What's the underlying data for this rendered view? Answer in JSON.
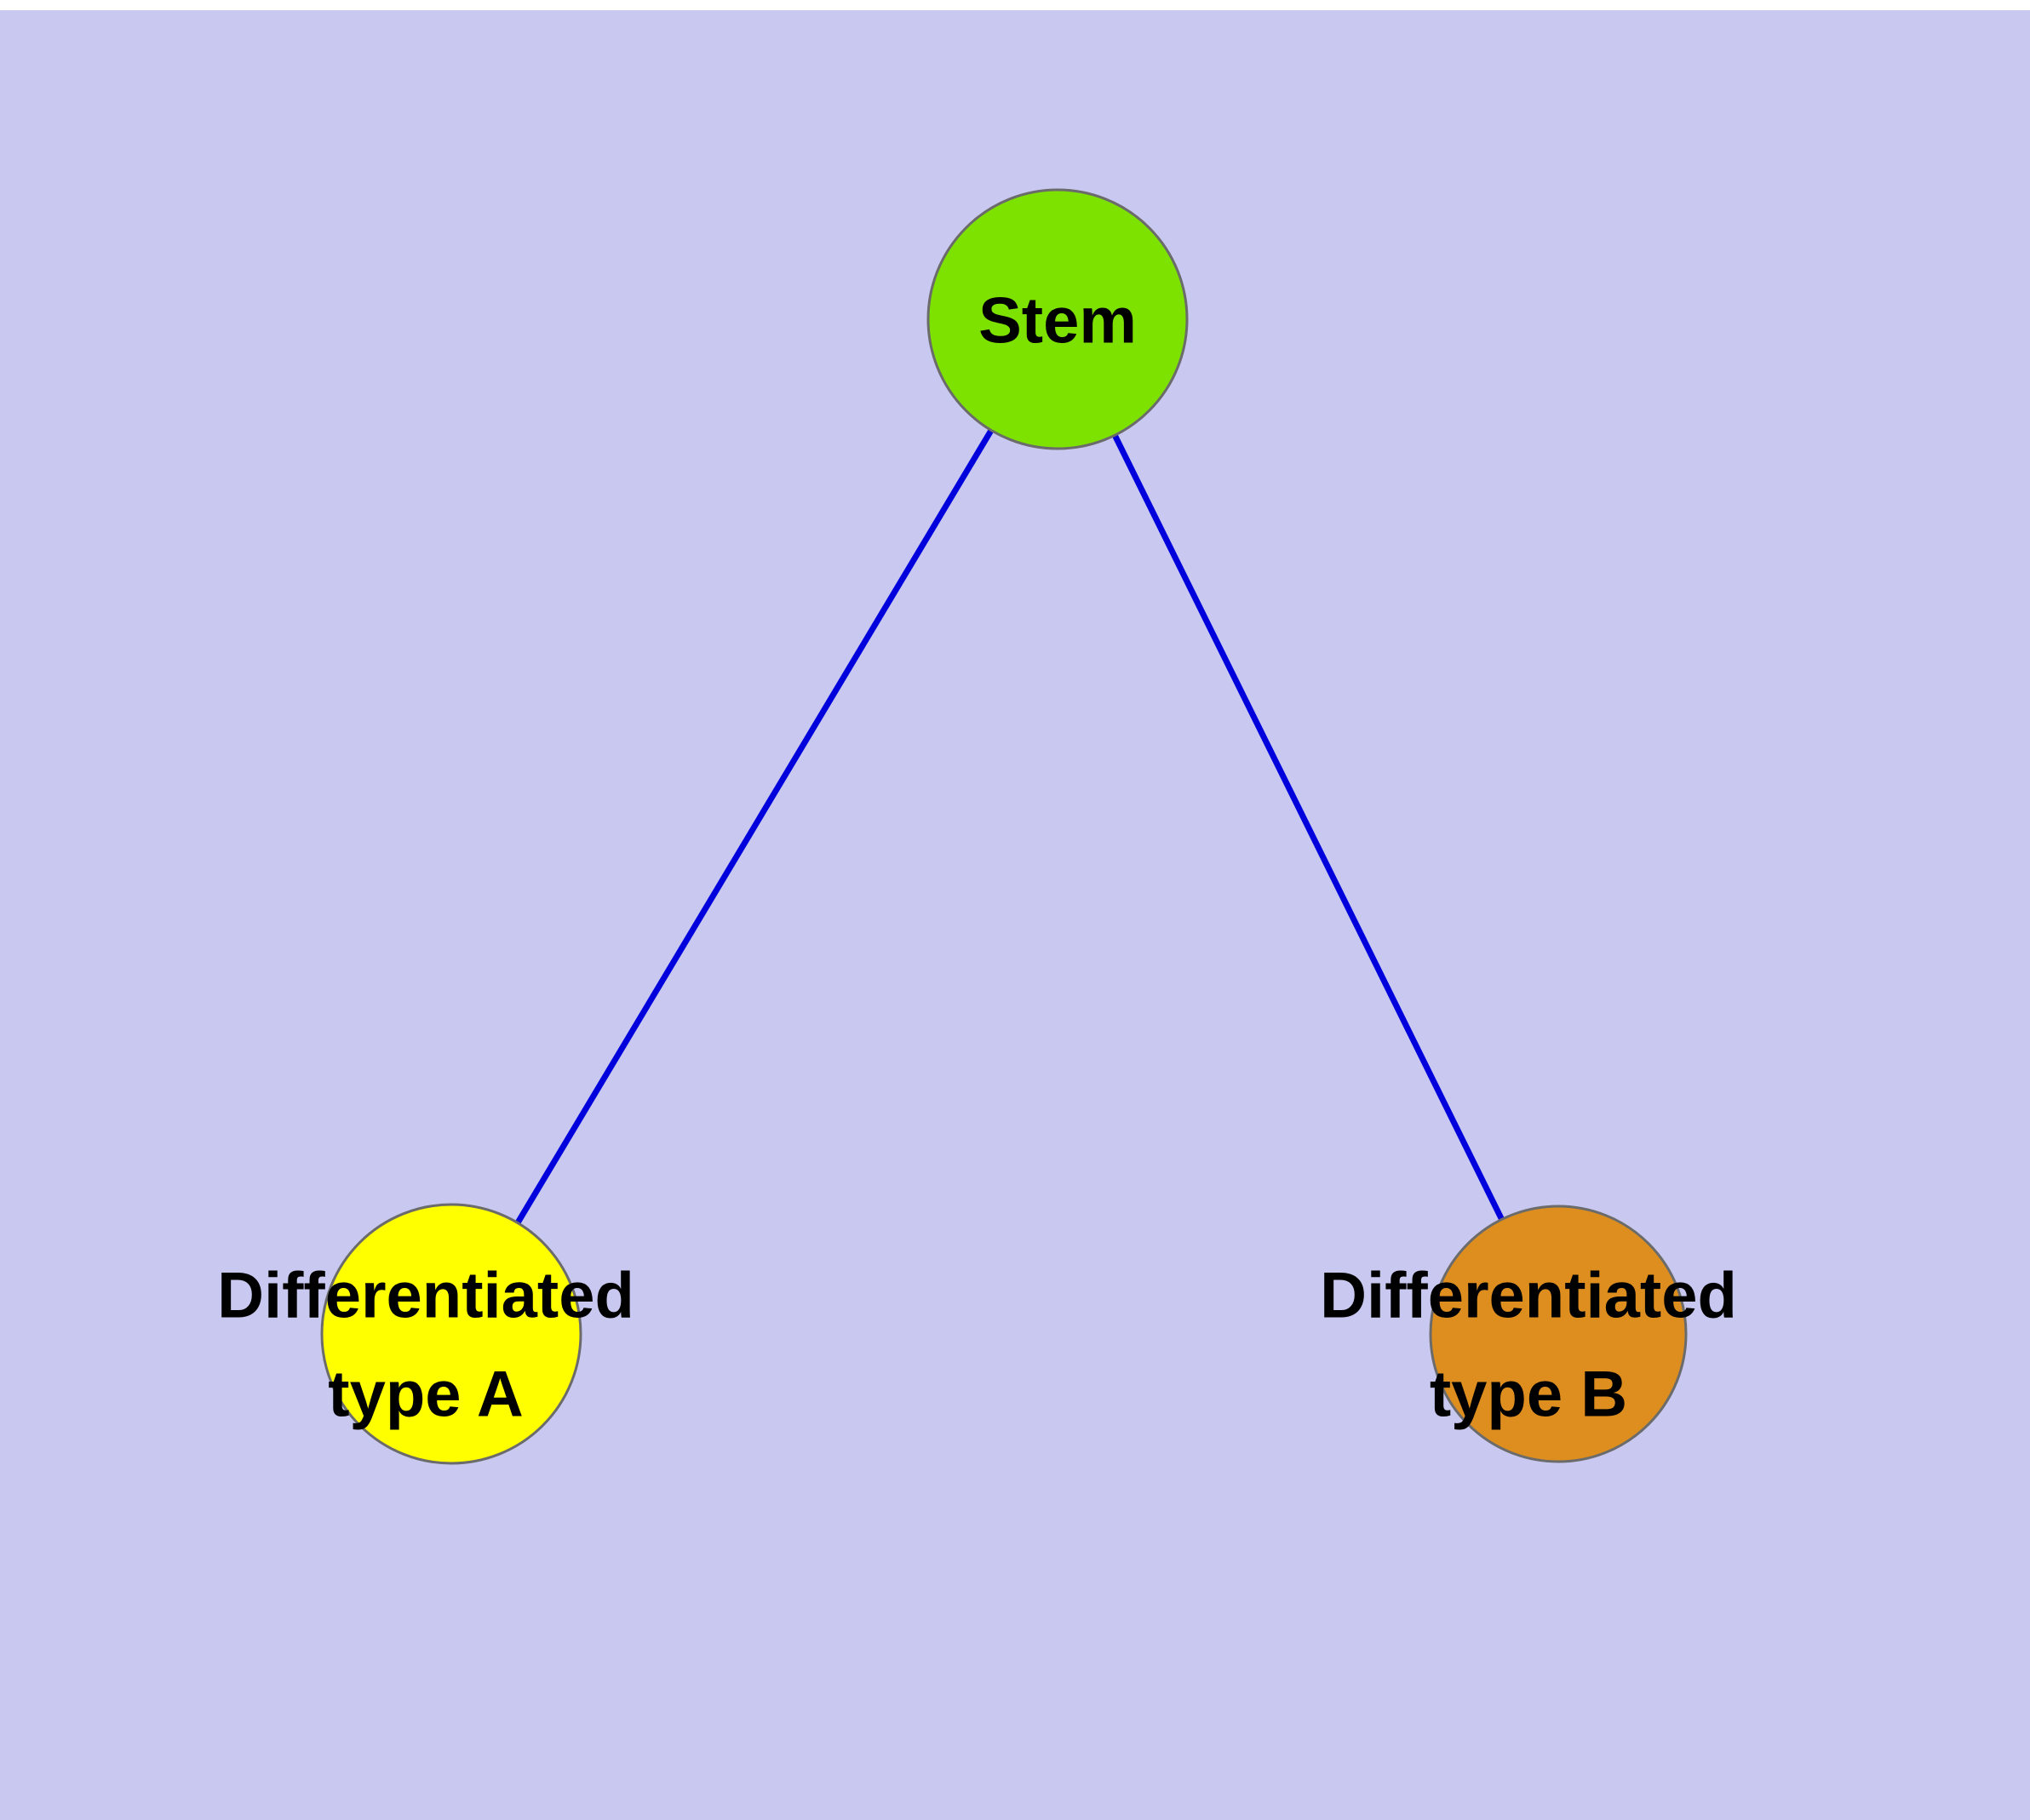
{
  "diagram": {
    "type": "node-link-graph",
    "background_color": "#c8c8f0",
    "margin_color": "#ffffff",
    "edge_color": "#0000dd",
    "node_border_color": "#6b6b6b",
    "label_color": "#000000",
    "nodes": [
      {
        "id": "stem",
        "label_lines": [
          "Stem"
        ],
        "fill_color": "#7de200"
      },
      {
        "id": "differentiated-type-a",
        "label_lines": [
          "Differentiated",
          "type A"
        ],
        "fill_color": "#ffff00"
      },
      {
        "id": "differentiated-type-b",
        "label_lines": [
          "Differentiated",
          "type B"
        ],
        "fill_color": "#dd8e1f"
      }
    ],
    "edges": [
      {
        "from": "stem",
        "to": "differentiated-type-a"
      },
      {
        "from": "stem",
        "to": "differentiated-type-b"
      }
    ]
  }
}
